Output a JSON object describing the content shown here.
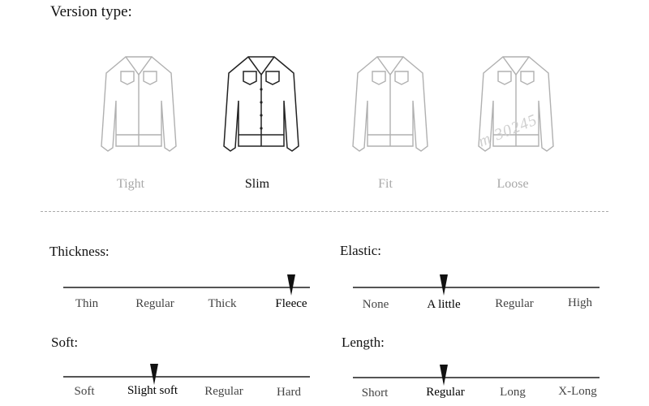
{
  "version": {
    "title": "Version type:",
    "options": [
      {
        "label": "Tight",
        "selected": false
      },
      {
        "label": "Slim",
        "selected": true
      },
      {
        "label": "Fit",
        "selected": false
      },
      {
        "label": "Loose",
        "selected": false
      }
    ]
  },
  "watermark": "m 30245",
  "thickness": {
    "title": "Thickness:",
    "options": [
      "Thin",
      "Regular",
      "Thick",
      "Fleece"
    ],
    "selected_index": 3
  },
  "elastic": {
    "title": "Elastic:",
    "options": [
      "None",
      "A little",
      "Regular",
      "High"
    ],
    "selected_index": 1
  },
  "soft": {
    "title": "Soft:",
    "options": [
      "Soft",
      "Slight soft",
      "Regular",
      "Hard"
    ],
    "selected_index": 1
  },
  "length": {
    "title": "Length:",
    "options": [
      "Short",
      "Regular",
      "Long",
      "X-Long"
    ],
    "selected_index": 1
  },
  "colors": {
    "selected": "#111111",
    "unselected": "#a8a8a8",
    "line": "#555555"
  }
}
